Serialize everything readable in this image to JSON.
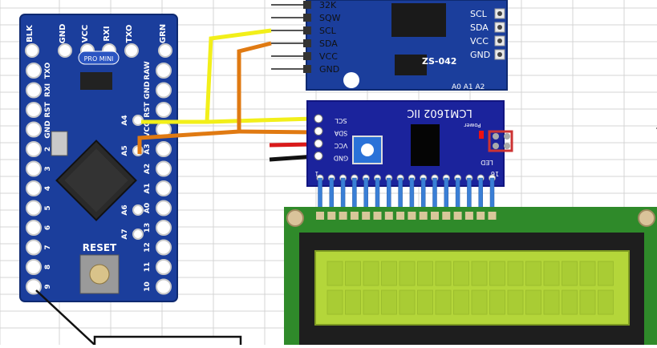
{
  "arduino": {
    "top_pins": [
      "BLK",
      "GND",
      "VCC",
      "RXI",
      "TXO",
      "GRN"
    ],
    "left_pins": [
      "TXO",
      "RXI",
      "RST",
      "GND",
      "2",
      "3",
      "4",
      "5",
      "6",
      "7",
      "8",
      "9"
    ],
    "right_pins": [
      "RAW",
      "GND",
      "RST",
      "VCC",
      "A3",
      "A2",
      "A1",
      "A0",
      "13",
      "12",
      "11",
      "10"
    ],
    "inner_pins": [
      "A4",
      "A5",
      "A6",
      "A7"
    ],
    "board_label": "PRO MINI",
    "reset_label": "RESET"
  },
  "rtc": {
    "left_pins": [
      "32K",
      "SQW",
      "SCL",
      "SDA",
      "VCC",
      "GND"
    ],
    "right_pins": [
      "SCL",
      "SDA",
      "VCC",
      "GND"
    ],
    "model": "ZS-042",
    "addr_pins": "A0 A1 A2"
  },
  "lcd_i2c": {
    "title": "LCM1602 IIC",
    "pins": [
      "SCL",
      "SDA",
      "VCC",
      "GND"
    ],
    "power_label": "Power",
    "led_label": "LED",
    "pin_first": "1",
    "pin_last": "16"
  },
  "wires": {
    "scl_color": "#f2ef1a",
    "sda_color": "#e07a12",
    "vcc_color": "#d91a1a",
    "gnd_color": "#111111"
  },
  "colors": {
    "pcb_blue": "#1b3e9c",
    "lcd_green": "#2f8a2a",
    "lcd_screen": "#b4d63a"
  }
}
